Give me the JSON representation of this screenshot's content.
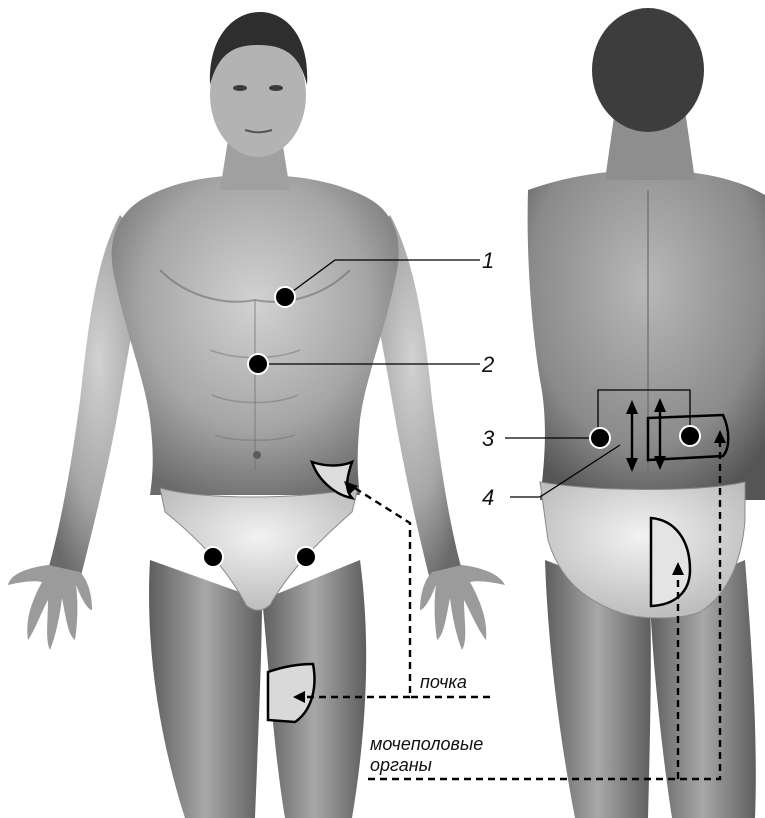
{
  "labels": {
    "n1": "1",
    "n2": "2",
    "n3": "3",
    "n4": "4",
    "kidney": "почка",
    "genitourinary_line1": "мочеполовые",
    "genitourinary_line2": "органы"
  },
  "colors": {
    "background": "#ffffff",
    "skin_light": "#c9c9c9",
    "skin_mid": "#9a9a9a",
    "skin_dark": "#5a5a5a",
    "hair": "#2b2b2b",
    "underwear": "#e8e8e8",
    "zone_fill": "#d9d9d9",
    "ink": "#000000"
  },
  "icons": {
    "point_marker": "filled-circle-icon",
    "arrow": "double-arrow-icon"
  }
}
